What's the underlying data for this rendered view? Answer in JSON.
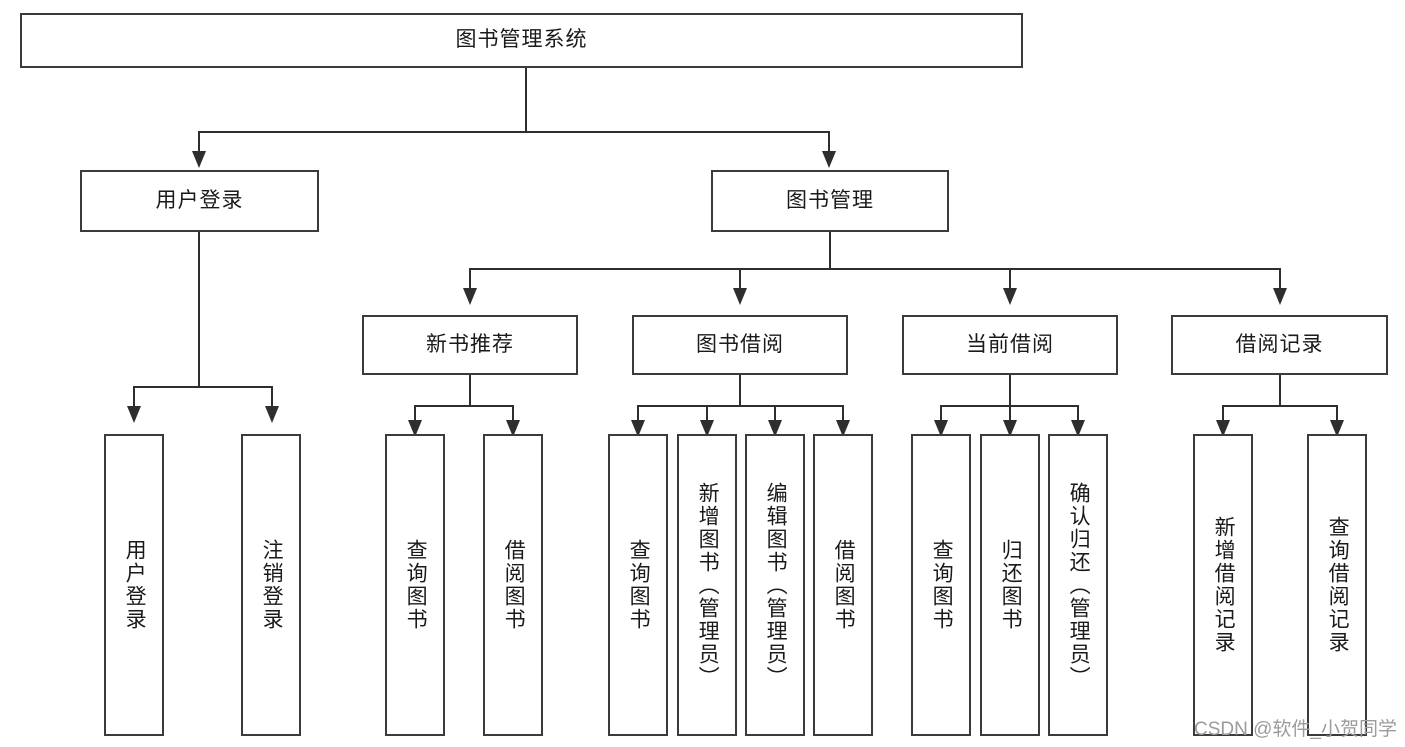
{
  "diagram": {
    "title": "图书管理系统",
    "type": "tree",
    "root": {
      "id": "root",
      "label": "图书管理系统"
    },
    "level2": [
      {
        "id": "user-login",
        "label": "用户登录"
      },
      {
        "id": "book-manage",
        "label": "图书管理"
      }
    ],
    "level3": [
      {
        "id": "new-book-recommend",
        "label": "新书推荐",
        "parent": "book-manage"
      },
      {
        "id": "book-borrow",
        "label": "图书借阅",
        "parent": "book-manage"
      },
      {
        "id": "current-borrow",
        "label": "当前借阅",
        "parent": "book-manage"
      },
      {
        "id": "borrow-record",
        "label": "借阅记录",
        "parent": "book-manage"
      }
    ],
    "leaves": {
      "user-login": [
        {
          "id": "leaf-user-login",
          "label": "用户登录"
        },
        {
          "id": "leaf-user-logout",
          "label": "注销登录"
        }
      ],
      "new-book-recommend": [
        {
          "id": "leaf-query-book-1",
          "label": "查询图书"
        },
        {
          "id": "leaf-borrow-book-1",
          "label": "借阅图书"
        }
      ],
      "book-borrow": [
        {
          "id": "leaf-query-book-2",
          "label": "查询图书"
        },
        {
          "id": "leaf-add-book",
          "label": "新增图书（管理员）"
        },
        {
          "id": "leaf-edit-book",
          "label": "编辑图书（管理员）"
        },
        {
          "id": "leaf-borrow-book-2",
          "label": "借阅图书"
        }
      ],
      "current-borrow": [
        {
          "id": "leaf-query-book-3",
          "label": "查询图书"
        },
        {
          "id": "leaf-return-book",
          "label": "归还图书"
        },
        {
          "id": "leaf-confirm-return",
          "label": "确认归还（管理员）"
        }
      ],
      "borrow-record": [
        {
          "id": "leaf-add-record",
          "label": "新增借阅记录"
        },
        {
          "id": "leaf-query-record",
          "label": "查询借阅记录"
        }
      ]
    }
  },
  "watermark": {
    "text": "CSDN @软件_小贺同学"
  },
  "colors": {
    "box_border": "#3b3b3b",
    "connector": "#2e2e2e",
    "background": "#ffffff",
    "text": "#1a1a1a",
    "watermark": "#9b9b9b"
  }
}
